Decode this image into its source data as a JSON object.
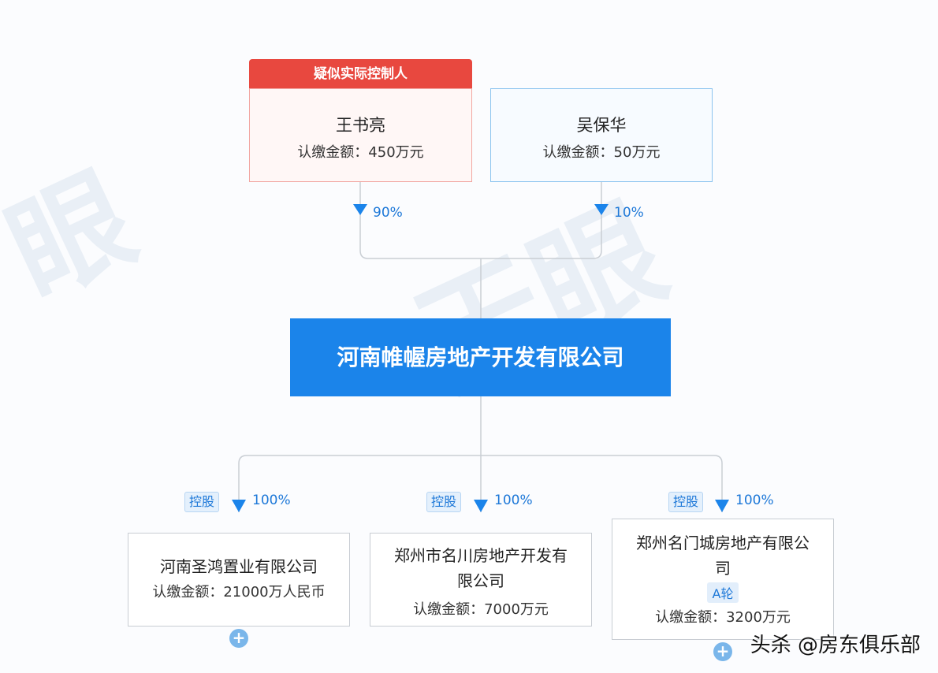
{
  "controller_tag": "疑似实际控制人",
  "shareholders": [
    {
      "name": "王书亮",
      "amount": "认缴金额：450万元",
      "percent": "90%"
    },
    {
      "name": "吴保华",
      "amount": "认缴金额：50万元",
      "percent": "10%"
    }
  ],
  "company": "河南帷幄房地产开发有限公司",
  "subsidiaries": [
    {
      "tag": "控股",
      "percent": "100%",
      "name": "河南圣鸿置业有限公司",
      "amount": "认缴金额：21000万人民币"
    },
    {
      "tag": "控股",
      "percent": "100%",
      "name_line1": "郑州市名川房地产开发有",
      "name_line2": "限公司",
      "amount": "认缴金额：7000万元"
    },
    {
      "tag": "控股",
      "percent": "100%",
      "name_line1": "郑州名门城房地产有限公",
      "name_line2": "司",
      "round": "A轮",
      "amount": "认缴金额：3200万元"
    }
  ],
  "watermark": "头杀 @房东俱乐部",
  "colors": {
    "primary": "#1b84ea",
    "controller_red": "#e8483f",
    "link_blue": "#1d78d8"
  }
}
